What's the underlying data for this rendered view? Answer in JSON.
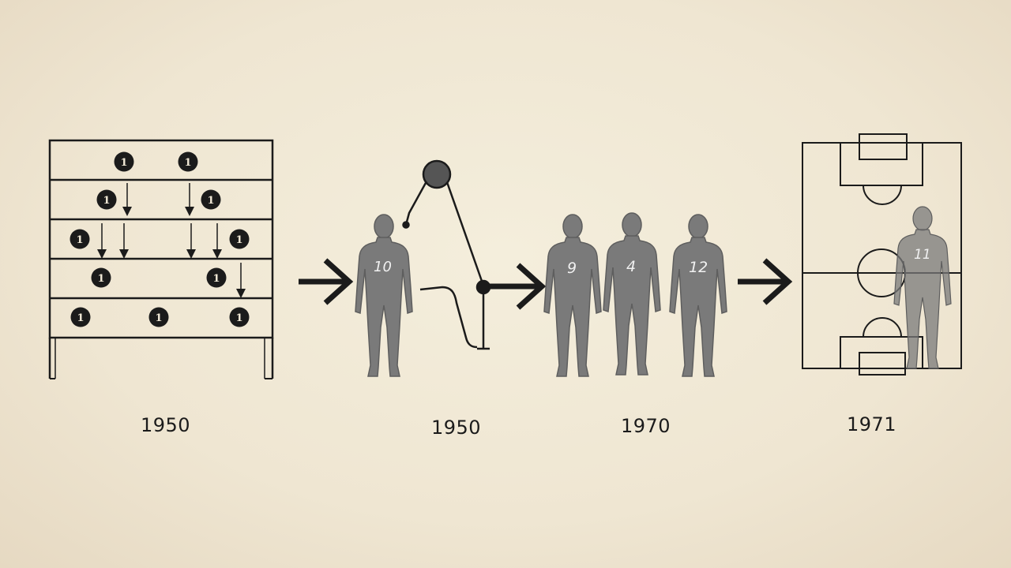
{
  "timeline": {
    "stages": [
      {
        "id": "formation-board",
        "year": "1950"
      },
      {
        "id": "player-with-pulley",
        "year": "1950",
        "jersey": "10"
      },
      {
        "id": "three-players",
        "year": "1970",
        "jerseys": [
          "9",
          "4",
          "12"
        ]
      },
      {
        "id": "pitch-with-player",
        "year": "1971",
        "jersey": "11"
      }
    ]
  },
  "board": {
    "markers": [
      "1",
      "1",
      "1",
      "1",
      "1",
      "1",
      "1",
      "1",
      "1",
      "1",
      "1"
    ]
  },
  "colors": {
    "ink": "#1b1b1b",
    "figure": "#7a7a7a",
    "figure_outline": "#5e5e5e",
    "background": "#f1e9d6"
  }
}
